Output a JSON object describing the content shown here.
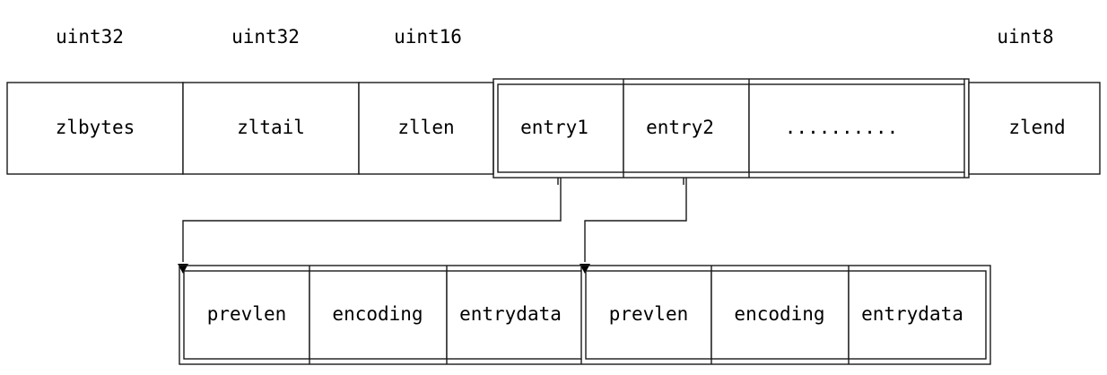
{
  "types": {
    "zlbytes": "uint32",
    "zltail": "uint32",
    "zllen": "uint16",
    "zlend": "uint8"
  },
  "ziplist": {
    "zlbytes": "zlbytes",
    "zltail": "zltail",
    "zllen": "zllen",
    "entry1": "entry1",
    "entry2": "entry2",
    "ellipsis": "..........",
    "zlend": "zlend"
  },
  "entry_detail_1": {
    "prevlen": "prevlen",
    "encoding": "encoding",
    "entrydata": "entrydata"
  },
  "entry_detail_2": {
    "prevlen": "prevlen",
    "encoding": "encoding",
    "entrydata": "entrydata"
  },
  "colors": {
    "line": "#1a1a1a",
    "text": "#000000",
    "background": "#ffffff"
  }
}
